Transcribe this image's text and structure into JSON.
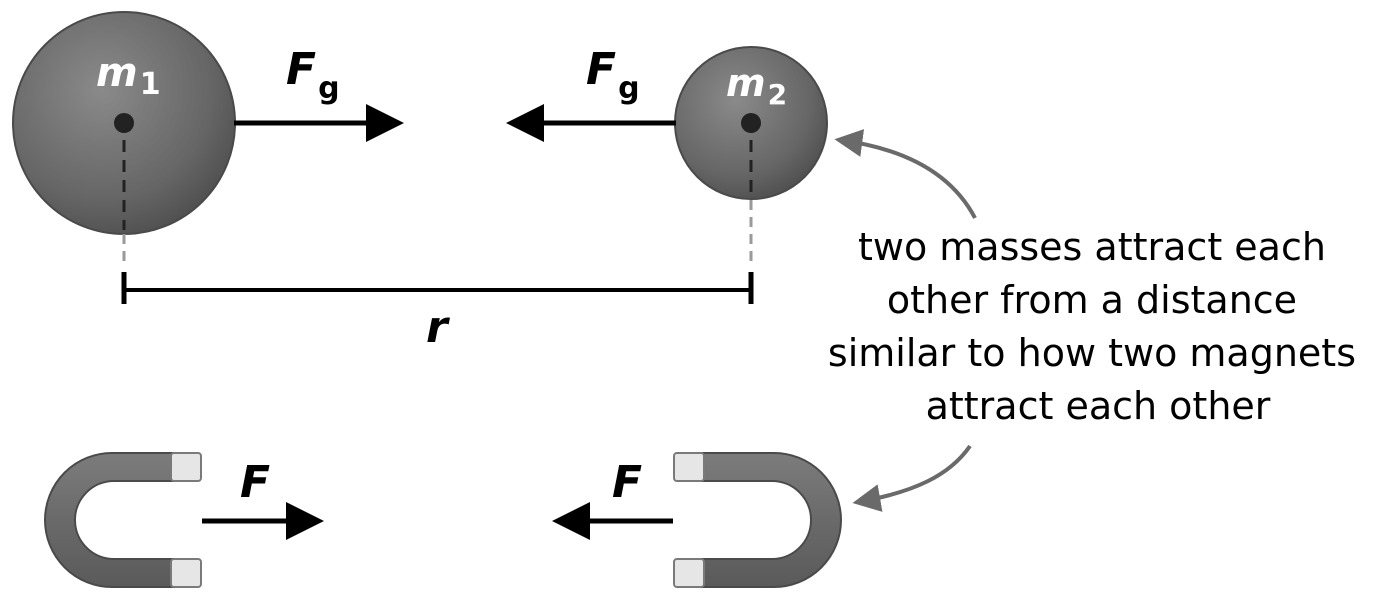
{
  "labels": {
    "mass1_symbol": "m",
    "mass1_subscript": "1",
    "mass2_symbol": "m",
    "mass2_subscript": "2",
    "force_left_symbol": "F",
    "force_left_subscript": "g",
    "force_right_symbol": "F",
    "force_right_subscript": "g",
    "distance_label": "r",
    "magnet_force_left": "F",
    "magnet_force_right": "F"
  },
  "caption": {
    "lines": [
      "two masses attract each",
      "other from a distance",
      "similar to how two magnets",
      "attract each other"
    ]
  },
  "colors": {
    "sphere_fill": "#6b6b6b",
    "sphere_highlight": "#8a8a8a",
    "magnet_body": "#6e6e6e",
    "magnet_tip": "#e6e6e6",
    "arrow": "#000000",
    "pointer_arrow": "#6a6a6a",
    "dashed_lower": "#9a9a9a",
    "text": "#000000",
    "text_on_sphere": "#ffffff"
  }
}
